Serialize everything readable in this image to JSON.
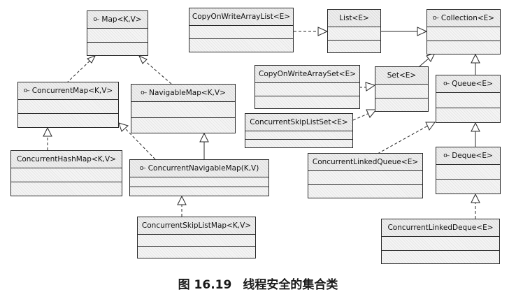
{
  "classes": {
    "map": "Map<K,V>",
    "copy_on_write_array_list": "CopyOnWriteArrayList<E>",
    "list": "List<E>",
    "collection": "Collection<E>",
    "concurrent_map": "ConcurrentMap<K,V>",
    "navigable_map": "NavigableMap<K,V>",
    "copy_on_write_array_set": "CopyOnWriteArraySet<E>",
    "set": "Set<E>",
    "queue": "Queue<E>",
    "concurrent_skip_list_set": "ConcurrentSkipListSet<E>",
    "concurrent_hash_map": "ConcurrentHashMap<K,V>",
    "concurrent_navigable_map": "ConcurrentNavigableMap(K,V)",
    "concurrent_linked_queue": "ConcurrentLinkedQueue<E>",
    "deque": "Deque<E>",
    "concurrent_skip_list_map": "ConcurrentSkipListMap<K,V>",
    "concurrent_linked_deque": "ConcurrentLinkedDeque<E>"
  },
  "interface_marker": "o–",
  "caption": {
    "figure": "图 16.19",
    "title": "线程安全的集合类"
  },
  "colors": {
    "line": "#2a2a2a",
    "box_fill": "#f0f0f0"
  }
}
